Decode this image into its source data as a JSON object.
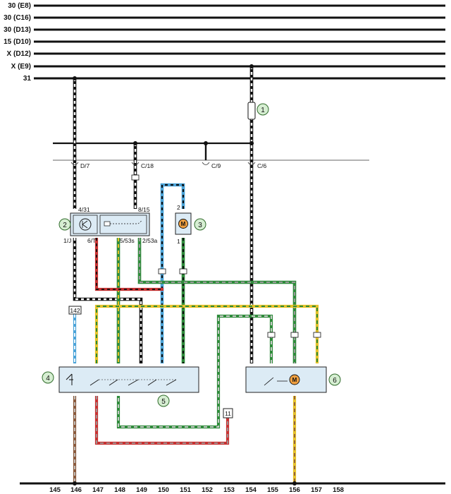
{
  "bus_lines": [
    "30 (E8)",
    "30 (C16)",
    "30 (D13)",
    "15 (D10)",
    "X (D12)",
    "X (E9)",
    "31"
  ],
  "connectors": {
    "d7": "D/7",
    "c18": "C/18",
    "c9": "C/9",
    "c6": "C/6"
  },
  "pins": {
    "p431": "4/31",
    "p815": "8/15",
    "p1j": "1/J",
    "p6t": "6/T",
    "p553s": "5/53s",
    "p253a": "2/53a",
    "m3_top": "2",
    "m3_bottom": "1"
  },
  "components": {
    "c1": "1",
    "c2": "2",
    "c3": "3",
    "c4": "4",
    "c5": "5",
    "c6": "6"
  },
  "refs": {
    "r142": "142",
    "r11": "11"
  },
  "motor_symbol": "M",
  "columns": [
    "145",
    "146",
    "147",
    "148",
    "149",
    "150",
    "151",
    "152",
    "153",
    "154",
    "155",
    "156",
    "157",
    "158"
  ],
  "colors": {
    "wire_black": "#111111",
    "wire_white": "#ffffff",
    "wire_green": "#2e8b3a",
    "wire_red": "#c83232",
    "wire_yellow": "#e6c22a",
    "wire_blue": "#4aa3d8",
    "wire_brown": "#8b5a3c",
    "wire_grey": "#9a9a9a",
    "component_fill": "#dcebf5",
    "callout_fill": "#d6eed2",
    "motor_fill": "#f0a040"
  }
}
